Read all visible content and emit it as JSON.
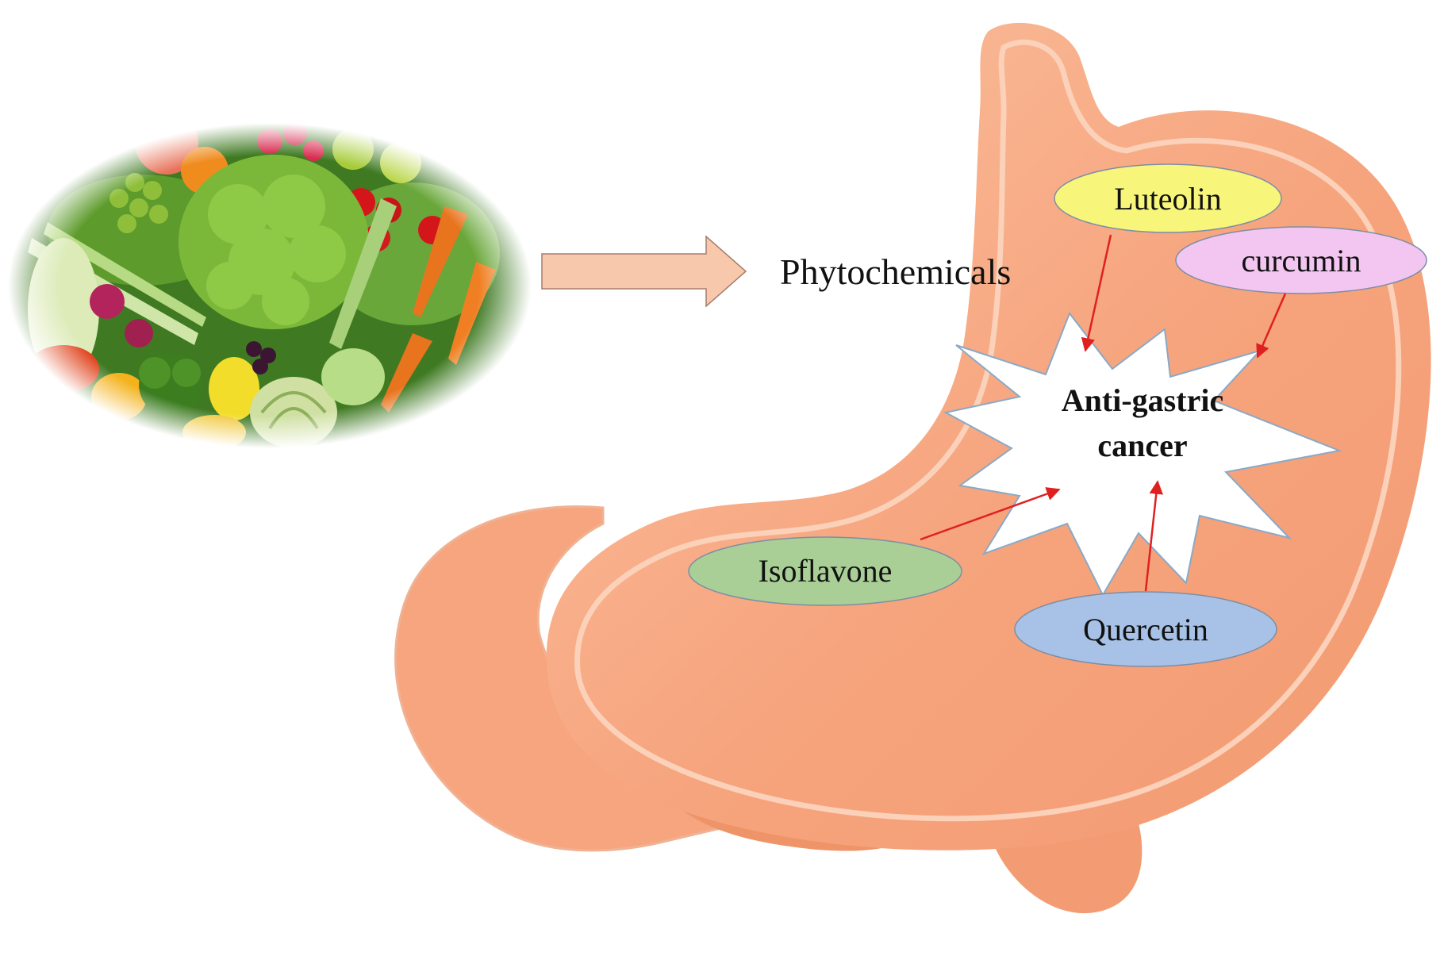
{
  "phytochemicals_label": "Phytochemicals",
  "center_label_line1": "Anti-gastric",
  "center_label_line2": "cancer",
  "compounds": {
    "luteolin": {
      "label": "Luteolin",
      "color": "#f7f57a"
    },
    "curcumin": {
      "label": "curcumin",
      "color": "#f3c6f2"
    },
    "isoflavone": {
      "label": "Isoflavone",
      "color": "#a9cf97"
    },
    "quercetin": {
      "label": "Quercetin",
      "color": "#a7c2e6"
    }
  },
  "colors": {
    "stomach": "#f5a37c",
    "stomach_light": "#fbc4a4",
    "stomach_dark": "#e38a62",
    "flow_arrow": "#f8c8ad",
    "pointer_arrow": "#e02020",
    "star_outline": "#8aa9c6"
  }
}
